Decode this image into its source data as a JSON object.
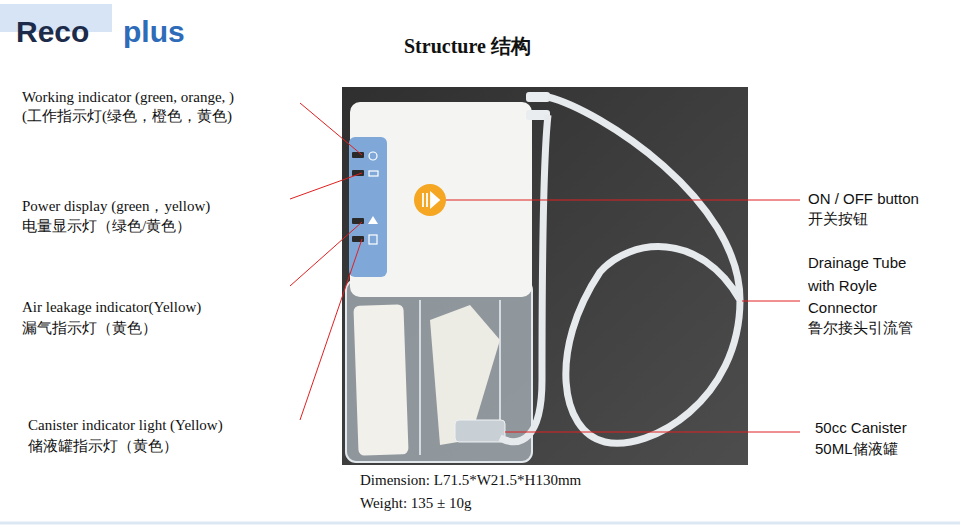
{
  "diagram": {
    "title": "Structure 结构",
    "labels": [
      "Reco",
      "plus",
      "Working indicator (green, orange, )",
      "(工作指示灯(绿色，橙色，黄色)",
      "Power display (green，yellow)",
      "电量显示灯（绿色/黄色）",
      "Air leakage indicator(Yellow)",
      "漏气指示灯（黄色）",
      "Canister indicator light (Yellow)",
      "储液罐指示灯（黄色）",
      "ON / OFF button",
      "开关按钮",
      "Drainage Tube with Royle Connector",
      "鲁尔接头引流管",
      "50cc Canister",
      "50ML储液罐",
      "Dimension: L71.5*W21.5*H130mm",
      "Weight: 135 ± 10g"
    ]
  }
}
